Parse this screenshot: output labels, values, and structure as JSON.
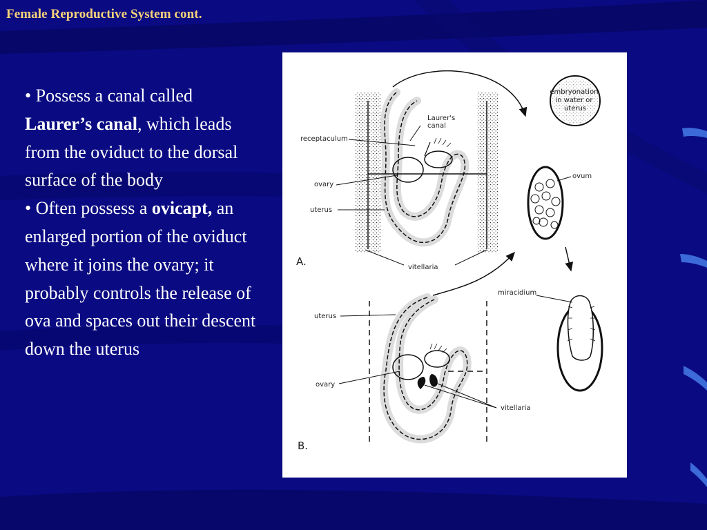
{
  "slide": {
    "title": "Female Reproductive System cont."
  },
  "bullets": [
    {
      "marker": "•",
      "pre": "Possess a canal called",
      "term": "Laurer’s canal",
      "post": ", which leads from the oviduct to the dorsal surface of the body"
    },
    {
      "marker": "•",
      "pre": "Often possess a",
      "term": "ovicapt,",
      "post": "an enlarged portion of the oviduct where it joins the ovary; it probably controls the release of ova and spaces out their descent down the uterus"
    }
  ],
  "figure": {
    "panel_a": "A.",
    "panel_b": "B.",
    "labels": {
      "laurers_canal": [
        "Laurer's",
        "canal"
      ],
      "receptaculum": "receptaculum",
      "ovary_a": "ovary",
      "uterus_a": "uterus",
      "vitellaria_a": "vitellaria",
      "embryonation": [
        "embryonation",
        "in water or",
        "uterus"
      ],
      "ovum": "ovum",
      "miracidium": "miracidium",
      "uterus_b": "uterus",
      "ovary_b": "ovary",
      "vitellaria_b": "vitellaria"
    }
  },
  "colors": {
    "background": "#0a0a82",
    "title": "#f6d37a",
    "text": "#ffffff",
    "figure_bg": "#ffffff"
  }
}
